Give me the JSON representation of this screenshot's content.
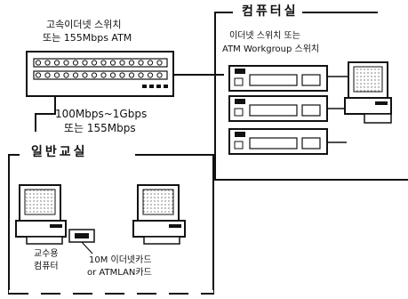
{
  "main_switch": {
    "label_line1": "고속이더넷 스위치",
    "label_line2": "또는 155Mbps ATM"
  },
  "link": {
    "speed_line1": "100Mbps~1Gbps",
    "speed_line2": "또는 155Mbps"
  },
  "computer_lab": {
    "title": "컴퓨터실",
    "switch_line1": "이더넷 스위치 또는",
    "switch_line2": "ATM Workgroup 스위치"
  },
  "classroom": {
    "title": "일반교실",
    "teacher_pc_line1": "교수용",
    "teacher_pc_line2": "컴퓨터",
    "nic_line1": "10M 이더넷카드",
    "nic_line2": "or ATMLAN카드"
  }
}
